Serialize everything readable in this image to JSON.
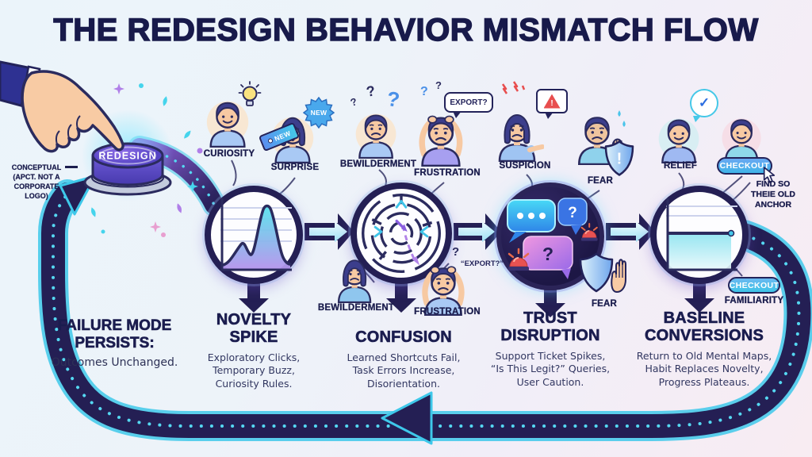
{
  "title": "THE REDESIGN BEHAVIOR MISMATCH FLOW",
  "redesign_button": "REDESIGN",
  "conceptual_note": [
    "CONCEPTUAL",
    "(APCT. NOT A",
    "CORPORATE",
    "LOGO)"
  ],
  "top_emotions": {
    "curiosity": "CURIOSITY",
    "surprise": "SURPRISE",
    "bewilderment": "BEWILDERMENT",
    "frustration": "FRUSTRATION",
    "suspicion": "SUSPICION",
    "fear": "FEAR",
    "relief": "RELIEF"
  },
  "mid_emotions": {
    "bewilderment": "BEWILDERMENT",
    "frustration": "FRUSTRATION",
    "fear": "FEAR",
    "familiarity": "FAMILIARITY"
  },
  "badges": {
    "new_starburst": "NEW",
    "new_tag": "NEW",
    "export_bubble": "EXPORT?",
    "export_quote": "“EXPORT?”",
    "checkout_top": "CHECKOUT",
    "checkout_mid": "CHECKOUT"
  },
  "side_note": [
    "FIND SO",
    "THEIE OLD",
    "ANCHOR"
  ],
  "stages": [
    {
      "title_lines": [
        "NOVELTY",
        "SPIKE"
      ],
      "desc": [
        "Exploratory Clicks,",
        "Temporary Buzz,",
        "Curiosity Rules."
      ]
    },
    {
      "title_lines": [
        "CONFUSION"
      ],
      "desc": [
        "Learned Shortcuts Fail,",
        "Task Errors Increase,",
        "Disorientation."
      ]
    },
    {
      "title_lines": [
        "TRUST",
        "DISRUPTION"
      ],
      "desc": [
        "Support Ticket Spikes,",
        "“Is This Legit?” Queries,",
        "User Caution."
      ]
    },
    {
      "title_lines": [
        "BASELINE",
        "CONVERSIONS"
      ],
      "desc": [
        "Return to Old Mental Maps,",
        "Habit Replaces Novelty,",
        "Progress Plateaus."
      ]
    }
  ],
  "failure_mode": {
    "title_lines": [
      "FAILURE MODE",
      "PERSISTS:"
    ],
    "desc": "Outcomes Unchanged."
  },
  "glyphs": {
    "question": "?",
    "exclamation": "!",
    "check": "✓"
  },
  "colors": {
    "navy": "#241f54",
    "cyan": "#3fc9ee",
    "purple": "#8a5fe0",
    "alert_red": "#e84e4e",
    "title_navy": "#1b1d4f"
  }
}
